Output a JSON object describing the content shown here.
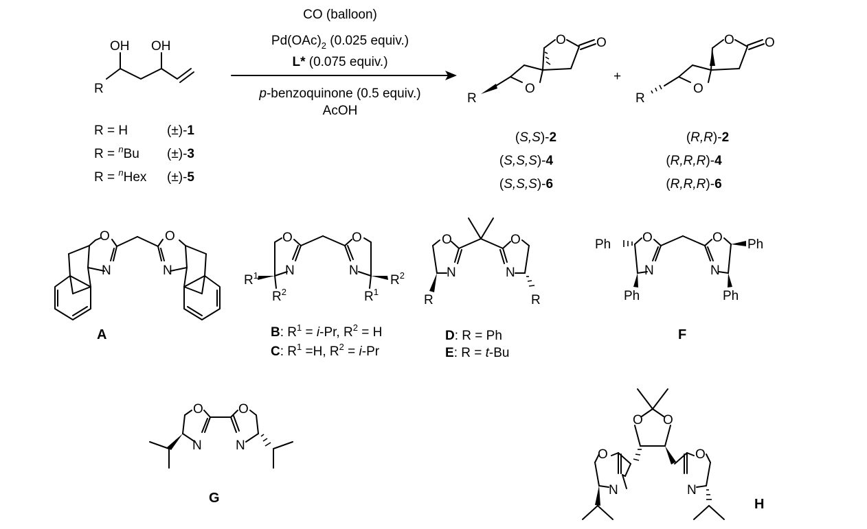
{
  "reaction": {
    "conditions": {
      "line1": "CO (balloon)",
      "line2_pre": "Pd(OAc)",
      "line2_sub": "2",
      "line2_post": " (0.025 equiv.)",
      "line3_bold": "L*",
      "line3_post": " (0.075 equiv.)",
      "line4_ital": "p",
      "line4_post": "-benzoquinone (0.5 equiv.)",
      "line5": "AcOH"
    },
    "plus": "+",
    "reactant": {
      "oh1": "OH",
      "oh2": "OH",
      "r": "R",
      "rows": [
        {
          "r": "R = H",
          "tag": "(±)-",
          "num": "1"
        },
        {
          "r": "R = ",
          "sup": "n",
          "rest": "Bu",
          "tag": "(±)-",
          "num": "3"
        },
        {
          "r": "R = ",
          "sup": "n",
          "rest": "Hex",
          "tag": "(±)-",
          "num": "5"
        }
      ]
    },
    "product_left": {
      "r": "R",
      "o_ring": "O",
      "o_lac": "O",
      "o_carb": "O",
      "labels": [
        {
          "open": "(",
          "stereo": "S,S",
          "close": ")-",
          "num": "2"
        },
        {
          "open": "(",
          "stereo": "S,S,S",
          "close": ")-",
          "num": "4"
        },
        {
          "open": "(",
          "stereo": "S,S,S",
          "close": ")-",
          "num": "6"
        }
      ]
    },
    "product_right": {
      "r": "R",
      "o_ring": "O",
      "o_lac": "O",
      "o_carb": "O",
      "labels": [
        {
          "open": "(",
          "stereo": "R,R",
          "close": ")-",
          "num": "2"
        },
        {
          "open": "(",
          "stereo": "R,R,R",
          "close": ")-",
          "num": "4"
        },
        {
          "open": "(",
          "stereo": "R,R,R",
          "close": ")-",
          "num": "6"
        }
      ]
    }
  },
  "ligands": {
    "A": {
      "label": "A",
      "o": "O",
      "n": "N"
    },
    "B": {
      "label": "B",
      "desc": ": R",
      "s1": "1",
      "mid": " = ",
      "v1": "i",
      "v1b": "-Pr, R",
      "s2": "2",
      "end": " = H",
      "r1": "R",
      "r1s": "1",
      "r2": "R",
      "r2s": "2",
      "o": "O",
      "n": "N"
    },
    "C": {
      "label": "C",
      "desc": ": R",
      "s1": "1",
      "mid": " =H, R",
      "s2": "2",
      "end": " = ",
      "v": "i",
      "vb": "-Pr"
    },
    "D": {
      "label": "D",
      "desc": ":  R = Ph",
      "r": "R",
      "o": "O",
      "n": "N"
    },
    "E": {
      "label": "E",
      "desc": ":  R = ",
      "v": "t",
      "vb": "-Bu"
    },
    "F": {
      "label": "F",
      "ph": "Ph",
      "o": "O",
      "n": "N"
    },
    "G": {
      "label": "G",
      "o": "O",
      "n": "N"
    },
    "H": {
      "label": "H",
      "o": "O",
      "n": "N"
    }
  }
}
